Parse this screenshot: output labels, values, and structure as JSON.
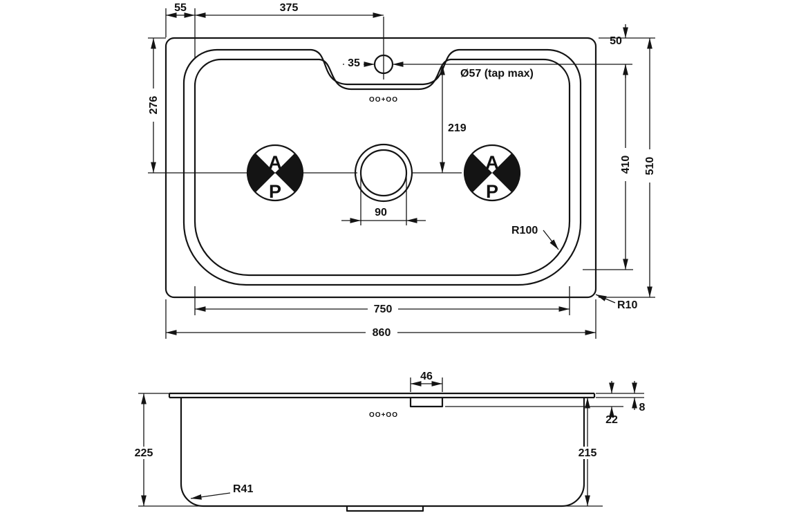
{
  "top_view": {
    "dim_55": "55",
    "dim_375": "375",
    "dim_35": "35",
    "tap_label": "Ø57 (tap max)",
    "dim_50": "50",
    "dim_276": "276",
    "dim_219": "219",
    "dim_410": "410",
    "dim_510": "510",
    "dim_90": "90",
    "radius_bowl": "R100",
    "radius_corner": "R10",
    "dim_750": "750",
    "dim_860": "860",
    "datum_top": "A",
    "datum_bottom": "P",
    "brand_mark": "OO+OO"
  },
  "side_view": {
    "dim_46": "46",
    "dim_8": "8",
    "dim_22": "22",
    "dim_225": "225",
    "dim_215": "215",
    "radius_bottom": "R41",
    "brand_mark": "OO+OO"
  }
}
